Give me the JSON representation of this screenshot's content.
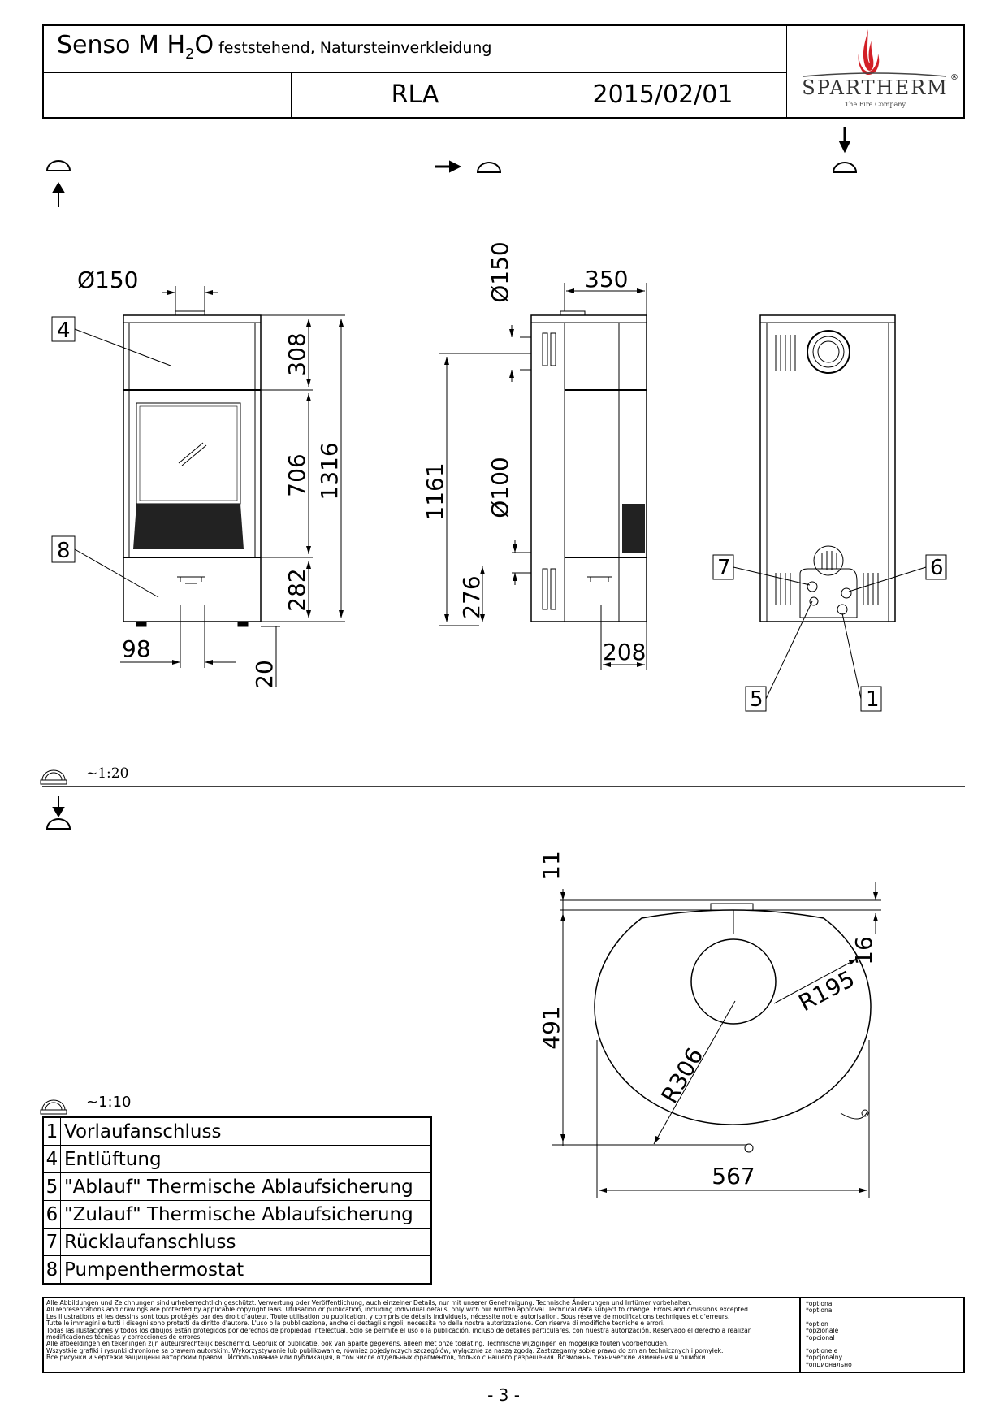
{
  "header": {
    "title": "Senso M H",
    "title_sub": "2",
    "title_end": "O",
    "subtitle": "feststehend, Natursteinverkleidung",
    "code": "RLA",
    "date": "2015/02/01",
    "logo_brand": "SPARTHERM",
    "logo_reg": "®",
    "logo_tagline": "The Fire Company"
  },
  "scales": {
    "views": "~1:20",
    "top_view": "~1:10"
  },
  "front_view": {
    "flue": "Ø150",
    "d308": "308",
    "d706": "706",
    "d1316": "1316",
    "d282": "282",
    "d20": "20",
    "d98": "98",
    "callout_4": "4",
    "callout_8": "8"
  },
  "side_view": {
    "flue": "Ø150",
    "d350": "350",
    "d1161": "1161",
    "d100": "Ø100",
    "d276": "276",
    "d208": "208"
  },
  "back_view": {
    "callout_7": "7",
    "callout_6": "6",
    "callout_5": "5",
    "callout_1": "1"
  },
  "top_view": {
    "d11": "11",
    "d16": "16",
    "d491": "491",
    "d567": "567",
    "r195": "R195",
    "r306": "R306"
  },
  "legend": [
    {
      "num": "1",
      "label": "Vorlaufanschluss"
    },
    {
      "num": "4",
      "label": "Entlüftung"
    },
    {
      "num": "5",
      "label": "\"Ablauf\" Thermische Ablaufsicherung"
    },
    {
      "num": "6",
      "label": "\"Zulauf\" Thermische Ablaufsicherung"
    },
    {
      "num": "7",
      "label": "Rücklaufanschluss"
    },
    {
      "num": "8",
      "label": "Pumpenthermostat"
    }
  ],
  "footer": {
    "lines": [
      "Alle Abbildungen und Zeichnungen sind urheberrechtlich geschützt. Verwertung oder Veröffentlichung, auch einzelner Details, nur mit unserer Genehmigung. Technische Änderungen und Irrtümer vorbehalten.",
      "All representations and drawings are protected by applicable copyright laws. Utilisation or publication, including individual details, only with our written approval. Technical data subject to change. Errors and omissions excepted.",
      "Les illustrations et les dessins sont tous protégés par des droit d'auteur. Toute utilisation ou publication, y compris de détails individuels, nécessite notre autorisation. Sous réserve de modifications techniques et d'erreurs.",
      "Tutte le immagini e tutti i disegni sono protetti da diritto d'autore. L'uso o la pubblicazione, anche di dettagli singoli, necessita no della nostra autorizzazione. Con riserva di modifiche tecniche e errori.",
      "Todas las ilustaciones y todos los dibujos están protegidos por derechos de propiedad intelectual. Solo se permite el uso o la publicación, incluso de detalles particulares, con nuestra autorización. Reservado el derecho a realizar modificaciones técnicas y correcciones de errores.",
      "Alle afbeeldingen en tekeningen zijn auteursrechtelijk beschermd. Gebruik of publicatie, ook van aparte gegevens, alleen met onze toelating. Technische wijzigingen en mogelijke fouten voorbehouden.",
      "Wszystkie grafiki i rysunki chronione są prawem autorskim. Wykorzystywanie lub publikowanie, również pojedynczych szczegółów, wyłącznie za naszą zgodą. Zastrzegamy sobie prawo do zmian technicznych i pomyłek.",
      "Все рисунки и чертежи защищены авторским правом.. Использование или публикация, в том числе отдельных фрагментов, только с нашего разрешения. Возможны технические изменения и ошибки."
    ],
    "optional": [
      "*optional",
      "*optional",
      "*option",
      "*opzionale",
      "*opcional",
      "*optionele",
      "*opcjonalny",
      "*опционально"
    ]
  },
  "page_number": "- 3 -"
}
